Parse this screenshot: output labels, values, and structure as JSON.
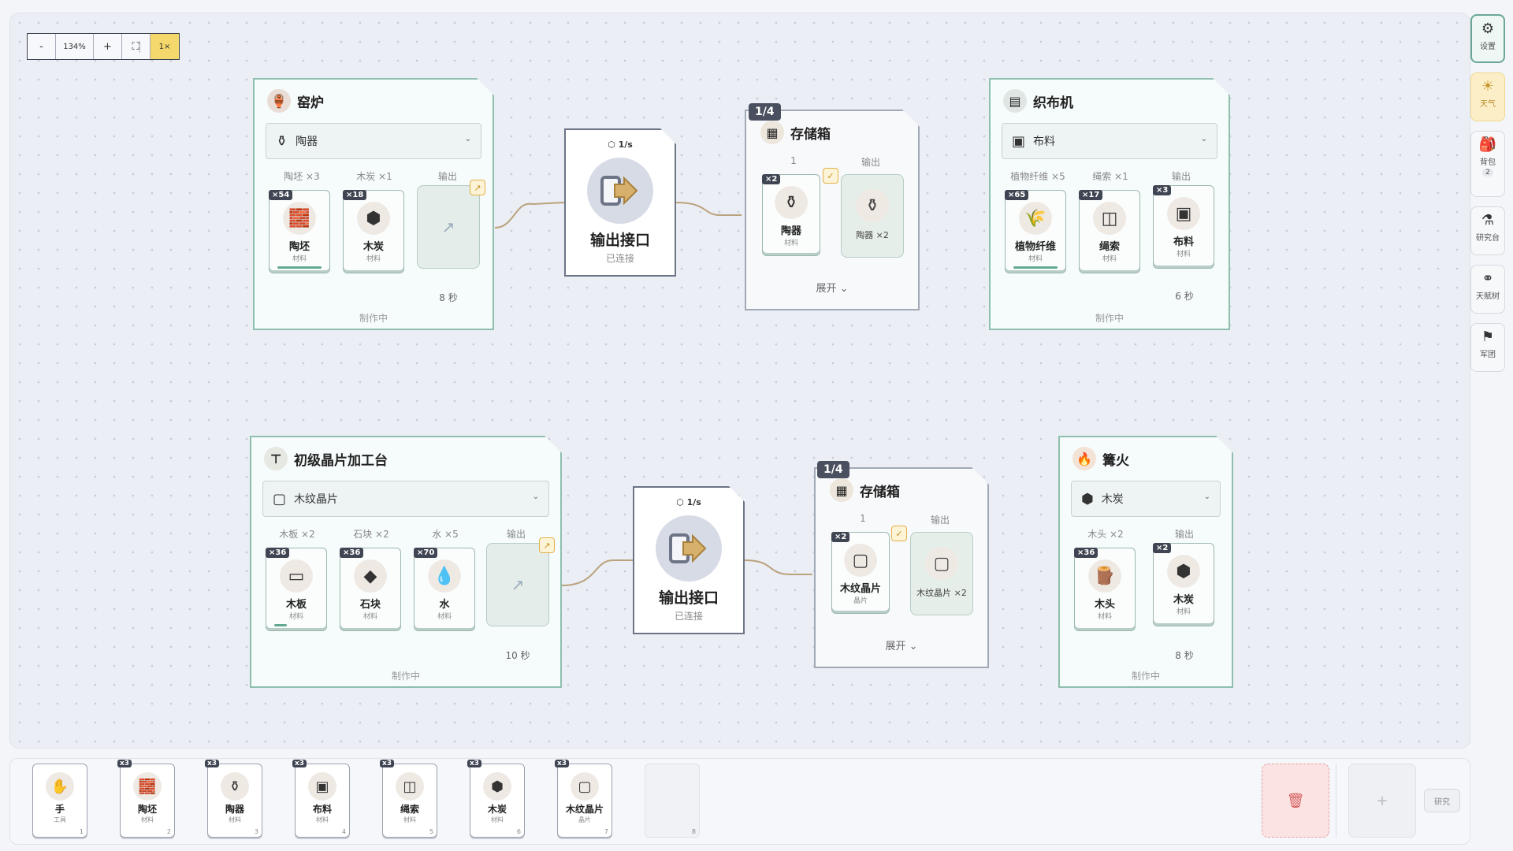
{
  "zoom": {
    "minus": "-",
    "level": "134%",
    "plus": "+",
    "fit_icon": "fit-icon",
    "speed": "1×"
  },
  "kiln": {
    "title": "窑炉",
    "recipe": "陶器",
    "labels": [
      "陶坯 ×3",
      "木炭 ×1",
      "输出"
    ],
    "inputs": [
      {
        "count": "×54",
        "name": "陶坯",
        "sub": "材料"
      },
      {
        "count": "×18",
        "name": "木炭",
        "sub": "材料"
      }
    ],
    "time": "8 秒",
    "status": "制作中",
    "progress": 1.0
  },
  "port1": {
    "rate": "1/s",
    "title": "输出接口",
    "status": "已连接"
  },
  "storage1": {
    "badge": "1/4",
    "title": "存储箱",
    "col1": "1",
    "col2": "输出",
    "item": {
      "count": "×2",
      "name": "陶器",
      "sub": "材料"
    },
    "output": "陶器 ×2",
    "expand": "展开"
  },
  "loom": {
    "title": "织布机",
    "recipe": "布料",
    "labels": [
      "植物纤维 ×5",
      "绳索 ×1",
      "输出"
    ],
    "inputs": [
      {
        "count": "×65",
        "name": "植物纤维",
        "sub": "材料"
      },
      {
        "count": "×17",
        "name": "绳索",
        "sub": "材料"
      }
    ],
    "output": {
      "count": "×3",
      "name": "布料",
      "sub": "材料"
    },
    "time": "6 秒",
    "status": "制作中",
    "progress": 1.0
  },
  "crystal": {
    "title": "初级晶片加工台",
    "recipe": "木纹晶片",
    "labels": [
      "木板 ×2",
      "石块 ×2",
      "水 ×5",
      "输出"
    ],
    "inputs": [
      {
        "count": "×36",
        "name": "木板",
        "sub": "材料"
      },
      {
        "count": "×36",
        "name": "石块",
        "sub": "材料"
      },
      {
        "count": "×70",
        "name": "水",
        "sub": "材料"
      }
    ],
    "time": "10 秒",
    "status": "制作中",
    "progress": 0.4
  },
  "port2": {
    "rate": "1/s",
    "title": "输出接口",
    "status": "已连接"
  },
  "storage2": {
    "badge": "1/4",
    "title": "存储箱",
    "col1": "1",
    "col2": "输出",
    "item": {
      "count": "×2",
      "name": "木纹晶片",
      "sub": "晶片"
    },
    "output": "木纹晶片 ×2",
    "expand": "展开"
  },
  "bonfire": {
    "title": "篝火",
    "recipe": "木炭",
    "labels": [
      "木头 ×2",
      "输出"
    ],
    "inputs": [
      {
        "count": "×36",
        "name": "木头",
        "sub": "材料"
      }
    ],
    "output": {
      "count": "×2",
      "name": "木炭",
      "sub": "材料"
    },
    "time": "8 秒",
    "status": "制作中",
    "progress": 1.0
  },
  "rail": [
    {
      "icon": "gear-icon",
      "label": "设置"
    },
    {
      "icon": "sun-icon",
      "label": "天气"
    },
    {
      "icon": "backpack-icon",
      "label": "背包",
      "count": "2"
    },
    {
      "icon": "flask-icon",
      "label": "研究台"
    },
    {
      "icon": "tree-icon",
      "label": "天赋树"
    },
    {
      "icon": "flag-icon",
      "label": "军团"
    }
  ],
  "hotbar": [
    {
      "name": "手",
      "sub": "工具",
      "idx": "1"
    },
    {
      "count": "x3",
      "name": "陶坯",
      "sub": "材料",
      "idx": "2"
    },
    {
      "count": "x3",
      "name": "陶器",
      "sub": "材料",
      "idx": "3"
    },
    {
      "count": "x3",
      "name": "布料",
      "sub": "材料",
      "idx": "4"
    },
    {
      "count": "x3",
      "name": "绳索",
      "sub": "材料",
      "idx": "5"
    },
    {
      "count": "x3",
      "name": "木炭",
      "sub": "材料",
      "idx": "6"
    },
    {
      "count": "x3",
      "name": "木纹晶片",
      "sub": "晶片",
      "idx": "7"
    },
    {
      "idx": "8"
    }
  ],
  "research_btn": "研究",
  "colors": {
    "accent": "#62a991",
    "card_border": "#8fbfae",
    "dark": "#3f4552",
    "warning": "#e3b04a"
  }
}
